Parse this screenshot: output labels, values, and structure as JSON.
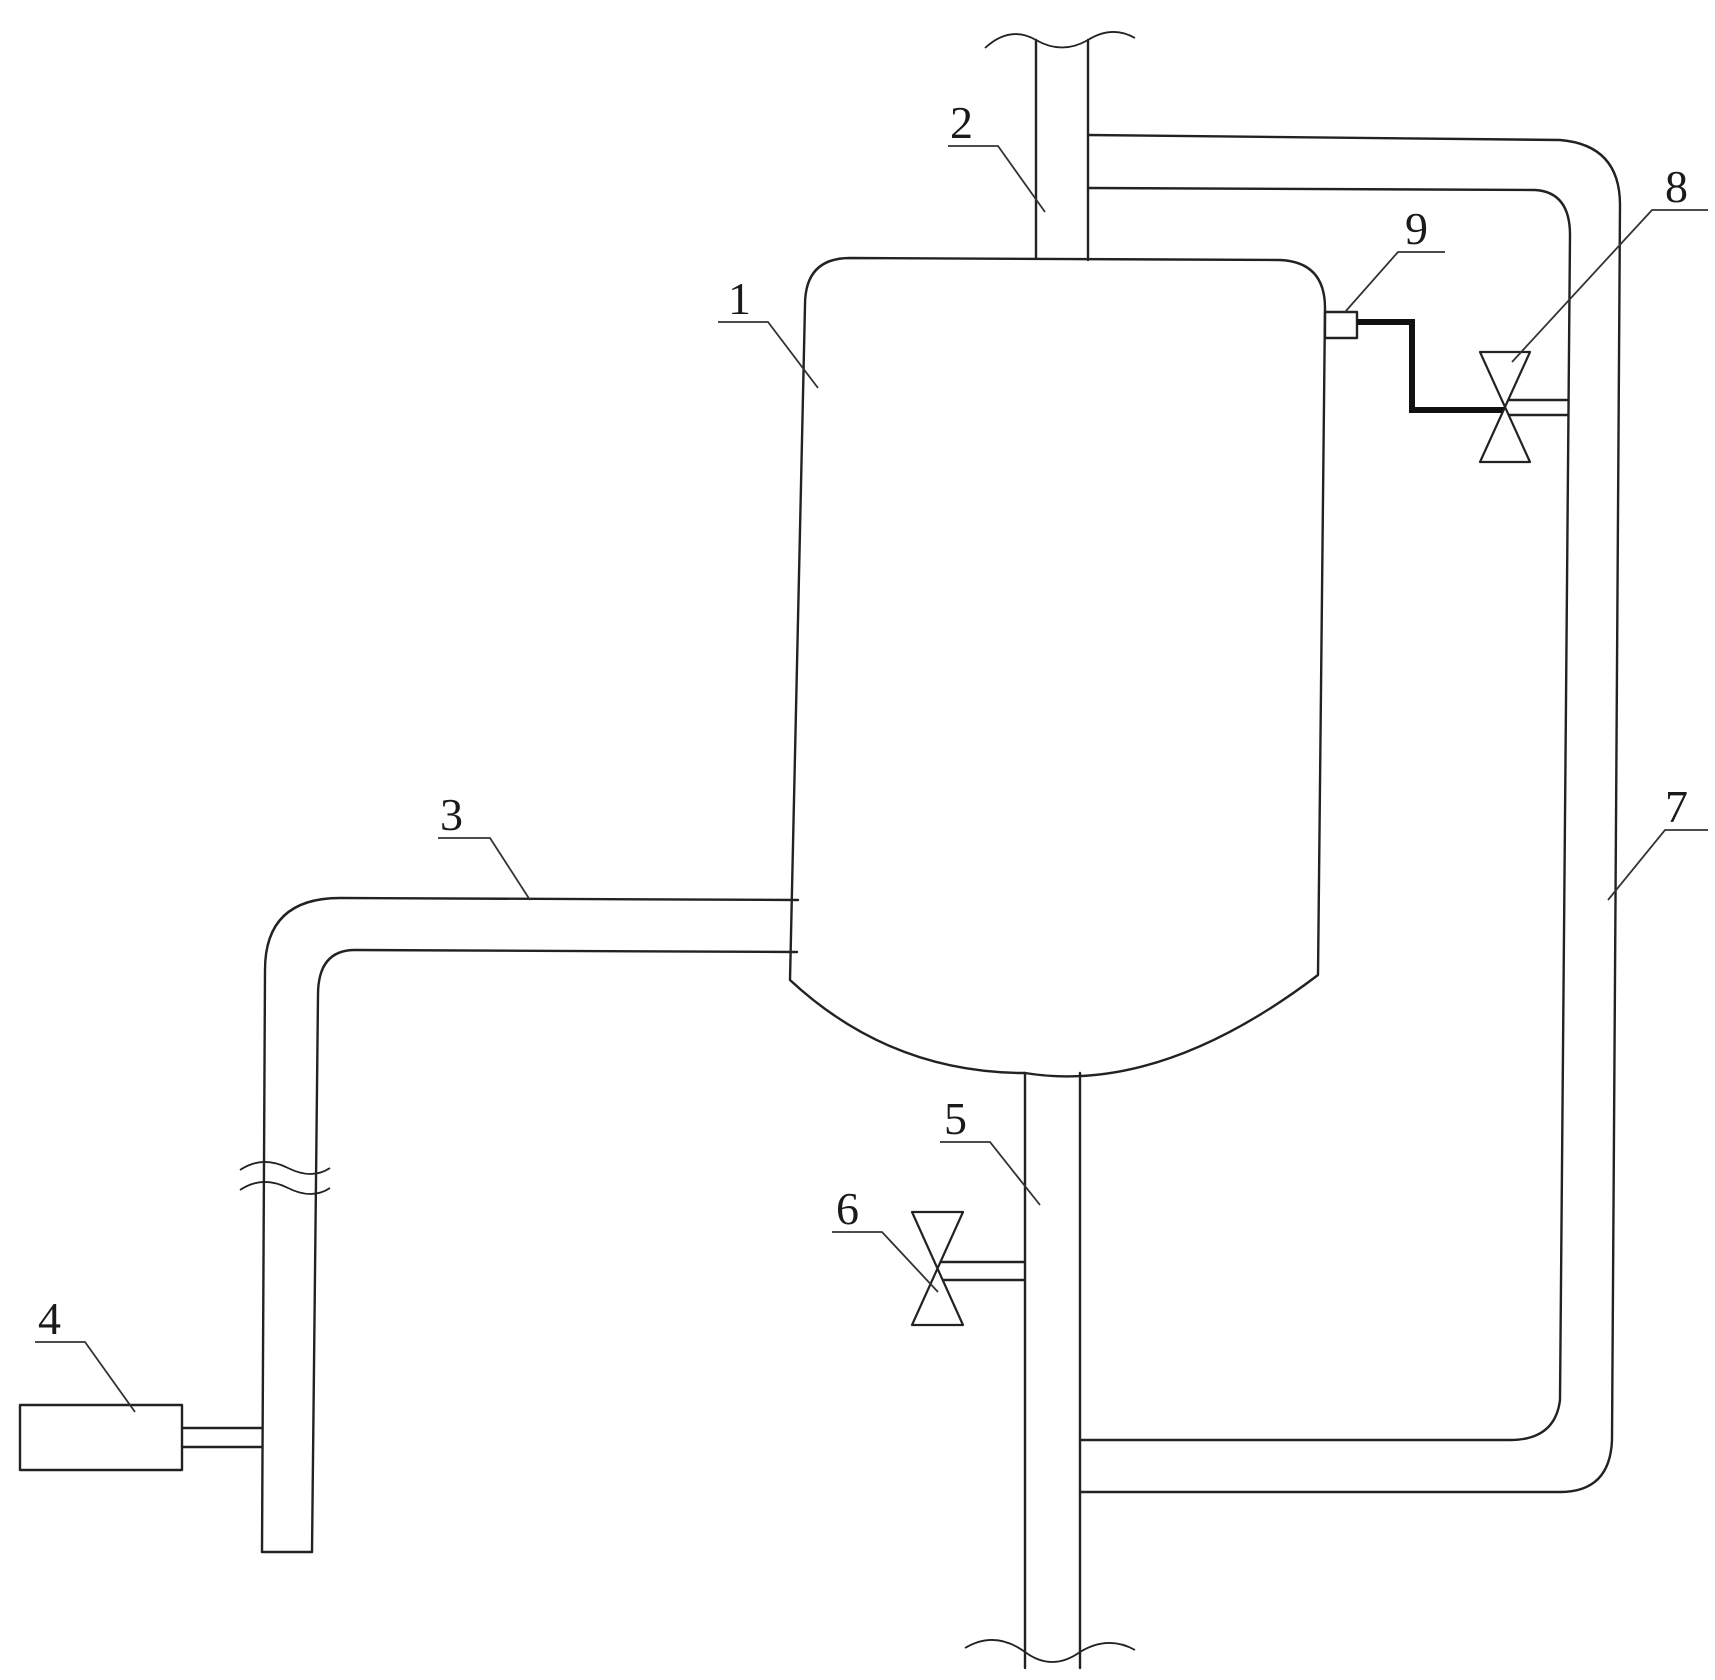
{
  "labels": {
    "vessel": "1",
    "top_outlet_pipe": "2",
    "side_pipe": "3",
    "pump_unit": "4",
    "bottom_pipe": "5",
    "drain_valve": "6",
    "bypass_loop_pipe": "7",
    "control_valve": "8",
    "level_sensor": "9"
  },
  "colors": {
    "line": "#222222",
    "background": "#ffffff"
  }
}
